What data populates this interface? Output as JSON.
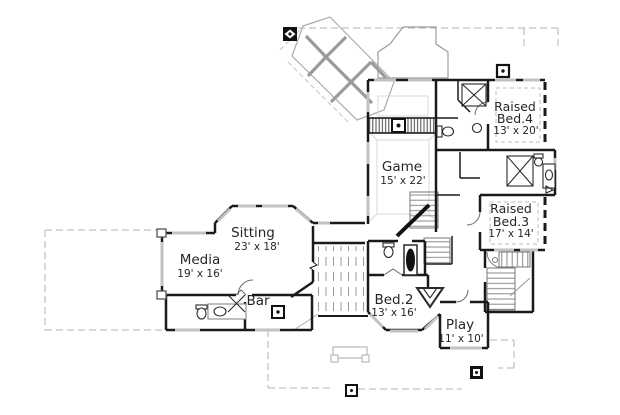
{
  "drawing": {
    "rooms": [
      {
        "id": "game",
        "name": "Game",
        "dims": "15' x 22'"
      },
      {
        "id": "bed4",
        "line1": "Raised",
        "line2": "Bed.4",
        "dims": "13' x 20'"
      },
      {
        "id": "bed3",
        "line1": "Raised",
        "line2": "Bed.3",
        "dims": "17' x 14'"
      },
      {
        "id": "sitting",
        "name": "Sitting",
        "dims": "23' x 18'"
      },
      {
        "id": "media",
        "name": "Media",
        "dims": "19' x 16'"
      },
      {
        "id": "bar",
        "name": "Bar"
      },
      {
        "id": "bed2",
        "name": "Bed.2",
        "dims": "13' x 16'"
      },
      {
        "id": "play",
        "name": "Play",
        "dims": "11' x 10'"
      }
    ],
    "icons": [
      "toilet-icon",
      "sink-icon",
      "bathtub-icon",
      "shower-icon",
      "stair-icon",
      "fireplace-icon",
      "column-marker-icon",
      "door-swing-icon",
      "roof-hip-icon",
      "deck-railing-icon",
      "chimney-icon"
    ],
    "colors": {
      "background": "#ffffff",
      "wall": "#1a1a1a",
      "text": "#262626",
      "light_line": "#9a9a9a",
      "dashed_roof": "#b3b3b3",
      "window": "#c2c2c2"
    }
  }
}
